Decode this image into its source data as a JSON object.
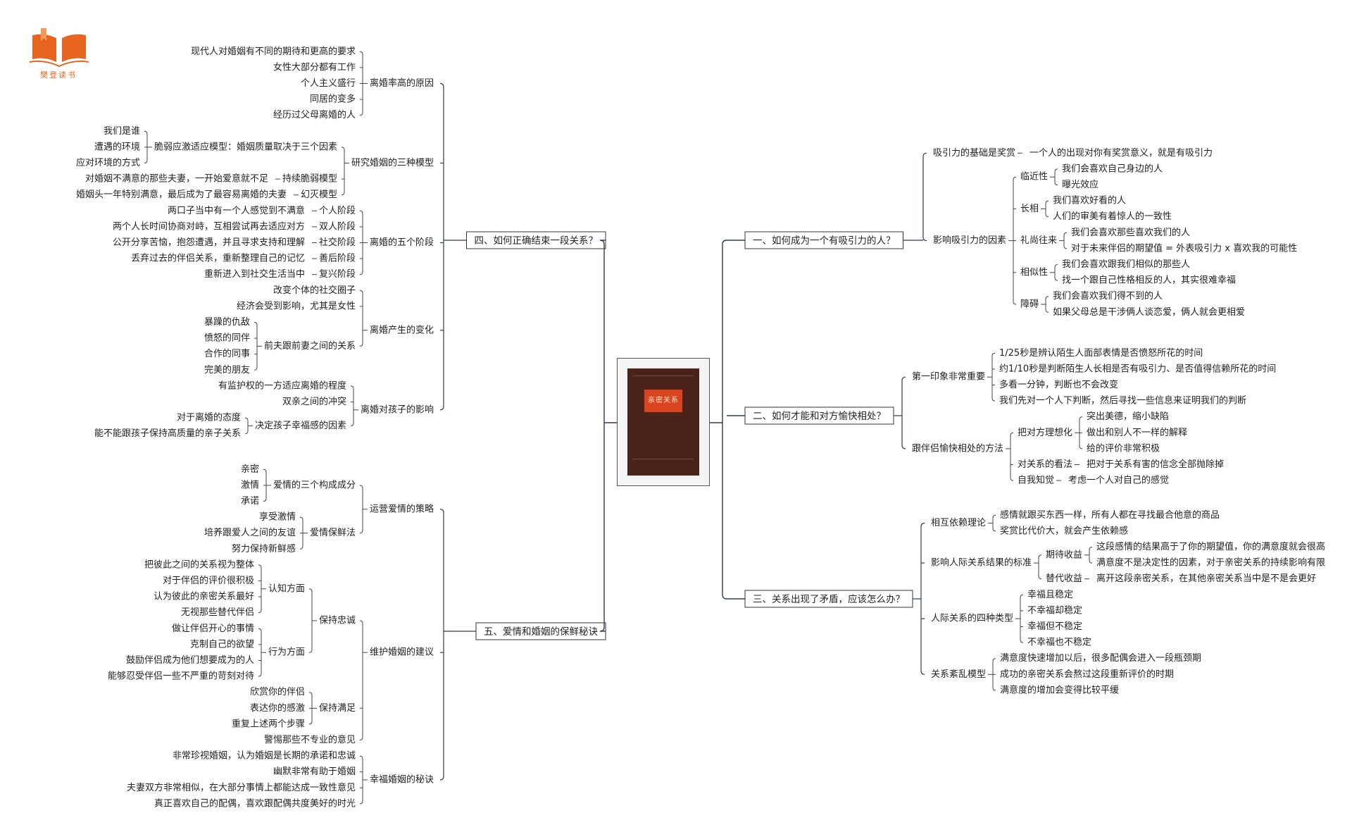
{
  "brand": {
    "name": "樊登读书",
    "accent": "#e8651f"
  },
  "book": {
    "title": "亲密关系",
    "cover_color": "#4a2218",
    "title_box_color": "#d9431e"
  },
  "colors": {
    "branch_line": "#2d3d52",
    "child_line": "#444444",
    "box_border": "#333333"
  },
  "branches": [
    {
      "label": "四、如何正确结束一段关系？",
      "children": [
        {
          "label": "离婚率高的原因",
          "children": [
            {
              "label": "现代人对婚姻有不同的期待和更高的要求"
            },
            {
              "label": "女性大部分都有工作"
            },
            {
              "label": "个人主义盛行"
            },
            {
              "label": "同居的变多"
            },
            {
              "label": "经历过父母离婚的人"
            }
          ]
        },
        {
          "label": "研究婚姻的三种模型",
          "children": [
            {
              "label": "脆弱应激适应模型：婚姻质量取决于三个因素",
              "children": [
                {
                  "label": "我们是谁"
                },
                {
                  "label": "遭遇的环境"
                },
                {
                  "label": "应对环境的方式"
                }
              ]
            },
            {
              "label": "持续脆弱模型",
              "children": [
                {
                  "label": "对婚姻不满意的那些夫妻，一开始爱意就不足"
                }
              ]
            },
            {
              "label": "幻灭模型",
              "children": [
                {
                  "label": "婚姻头一年特别满意，最后成为了最容易离婚的夫妻"
                }
              ]
            }
          ]
        },
        {
          "label": "离婚的五个阶段",
          "children": [
            {
              "label": "个人阶段",
              "children": [
                {
                  "label": "两口子当中有一个人感觉到不满意"
                }
              ]
            },
            {
              "label": "双人阶段",
              "children": [
                {
                  "label": "两个人长时间协商对峙，互相尝试再去适应对方"
                }
              ]
            },
            {
              "label": "社交阶段",
              "children": [
                {
                  "label": "公开分享苦恼，抱怨遭遇，并且寻求支持和理解"
                }
              ]
            },
            {
              "label": "善后阶段",
              "children": [
                {
                  "label": "丢弃过去的伴侣关系，重新整理自己的记忆"
                }
              ]
            },
            {
              "label": "复兴阶段",
              "children": [
                {
                  "label": "重新进入到社交生活当中"
                }
              ]
            }
          ]
        },
        {
          "label": "离婚产生的变化",
          "children": [
            {
              "label": "改变个体的社交圈子"
            },
            {
              "label": "经济会受到影响，尤其是女性"
            },
            {
              "label": "前夫跟前妻之间的关系",
              "children": [
                {
                  "label": "暴躁的仇敌"
                },
                {
                  "label": "愤怒的同伴"
                },
                {
                  "label": "合作的同事"
                },
                {
                  "label": "完美的朋友"
                }
              ]
            }
          ]
        },
        {
          "label": "离婚对孩子的影响",
          "children": [
            {
              "label": "有监护权的一方适应离婚的程度"
            },
            {
              "label": "双亲之间的冲突"
            },
            {
              "label": "决定孩子幸福感的因素",
              "children": [
                {
                  "label": "对于离婚的态度"
                },
                {
                  "label": "能不能跟孩子保持高质量的亲子关系"
                }
              ]
            }
          ]
        }
      ]
    },
    {
      "label": "五、爱情和婚姻的保鲜秘诀",
      "children": [
        {
          "label": "运营爱情的策略",
          "children": [
            {
              "label": "爱情的三个构成成分",
              "children": [
                {
                  "label": "亲密"
                },
                {
                  "label": "激情"
                },
                {
                  "label": "承诺"
                }
              ]
            },
            {
              "label": "爱情保鲜法",
              "children": [
                {
                  "label": "享受激情"
                },
                {
                  "label": "培养跟爱人之间的友谊"
                },
                {
                  "label": "努力保持新鲜感"
                }
              ]
            }
          ]
        },
        {
          "label": "维护婚姻的建议",
          "children": [
            {
              "label": "保持忠诚",
              "children": [
                {
                  "label": "认知方面",
                  "children": [
                    {
                      "label": "把彼此之间的关系视为整体"
                    },
                    {
                      "label": "对于伴侣的评价很积极"
                    },
                    {
                      "label": "认为彼此的亲密关系最好"
                    },
                    {
                      "label": "无视那些替代伴侣"
                    }
                  ]
                },
                {
                  "label": "行为方面",
                  "children": [
                    {
                      "label": "做让伴侣开心的事情"
                    },
                    {
                      "label": "克制自己的欲望"
                    },
                    {
                      "label": "鼓励伴侣成为他们想要成为的人"
                    },
                    {
                      "label": "能够忍受伴侣一些不严重的苛刻对待"
                    }
                  ]
                }
              ]
            },
            {
              "label": "保持满足",
              "children": [
                {
                  "label": "欣赏你的伴侣"
                },
                {
                  "label": "表达你的感激"
                },
                {
                  "label": "重复上述两个步骤"
                }
              ]
            },
            {
              "label": "警惕那些不专业的意见"
            }
          ]
        },
        {
          "label": "幸福婚姻的秘诀",
          "children": [
            {
              "label": "非常珍视婚姻，认为婚姻是长期的承诺和忠诚"
            },
            {
              "label": "幽默非常有助于婚姻"
            },
            {
              "label": "夫妻双方非常相似，在大部分事情上都能达成一致性意见"
            },
            {
              "label": "真正喜欢自己的配偶，喜欢跟配偶共度美好的时光"
            }
          ]
        }
      ]
    },
    {
      "label": "一、如何成为一个有吸引力的人？",
      "children": [
        {
          "label": "吸引力的基础是奖赏",
          "children": [
            {
              "label": "一个人的出现对你有奖赏意义，就是有吸引力"
            }
          ]
        },
        {
          "label": "影响吸引力的因素",
          "children": [
            {
              "label": "临近性",
              "children": [
                {
                  "label": "我们会喜欢自己身边的人"
                },
                {
                  "label": "曝光效应"
                }
              ]
            },
            {
              "label": "长相",
              "children": [
                {
                  "label": "我们喜欢好看的人"
                },
                {
                  "label": "人们的审美有着惊人的一致性"
                }
              ]
            },
            {
              "label": "礼尚往来",
              "children": [
                {
                  "label": "我们会喜欢那些喜欢我们的人"
                },
                {
                  "label": "对于未来伴侣的期望值 = 外表吸引力 x 喜欢我的可能性"
                }
              ]
            },
            {
              "label": "相似性",
              "children": [
                {
                  "label": "我们会喜欢跟我们相似的那些人"
                },
                {
                  "label": "找一个跟自己性格相反的人，其实很难幸福"
                }
              ]
            },
            {
              "label": "障碍",
              "children": [
                {
                  "label": "我们会喜欢我们得不到的人"
                },
                {
                  "label": "如果父母总是干涉俩人谈恋爱，俩人就会更相爱"
                }
              ]
            }
          ]
        }
      ]
    },
    {
      "label": "二、如何才能和对方愉快相处？",
      "children": [
        {
          "label": "第一印象非常重要",
          "children": [
            {
              "label": "1/25秒是辨认陌生人面部表情是否愤怒所花的时间"
            },
            {
              "label": "约1/10秒是判断陌生人长相是否有吸引力、是否值得信赖所花的时间"
            },
            {
              "label": "多看一分钟，判断也不会改变"
            },
            {
              "label": "我们先对一个人下判断，然后寻找一些信息来证明我们的判断"
            }
          ]
        },
        {
          "label": "跟伴侣愉快相处的方法",
          "children": [
            {
              "label": "把对方理想化",
              "children": [
                {
                  "label": "突出美德，缩小缺陷"
                },
                {
                  "label": "做出和别人不一样的解释"
                },
                {
                  "label": "给的评价非常积极"
                }
              ]
            },
            {
              "label": "对关系的看法",
              "children": [
                {
                  "label": "把对于关系有害的信念全部抛除掉"
                }
              ]
            },
            {
              "label": "自我知觉",
              "children": [
                {
                  "label": "考虑一个人对自己的感觉"
                }
              ]
            }
          ]
        }
      ]
    },
    {
      "label": "三、关系出现了矛盾，应该怎么办？",
      "children": [
        {
          "label": "相互依赖理论",
          "children": [
            {
              "label": "感情就跟买东西一样，所有人都在寻找最合他意的商品"
            },
            {
              "label": "奖赏比代价大，就会产生依赖感"
            }
          ]
        },
        {
          "label": "影响人际关系结果的标准",
          "children": [
            {
              "label": "期待收益",
              "children": [
                {
                  "label": "这段感情的结果高于了你的期望值，你的满意度就会很高"
                },
                {
                  "label": "满意度不是决定性的因素，对于亲密关系的持续影响有限"
                }
              ]
            },
            {
              "label": "替代收益",
              "children": [
                {
                  "label": "离开这段亲密关系，在其他亲密关系当中是不是会更好"
                }
              ]
            }
          ]
        },
        {
          "label": "人际关系的四种类型",
          "children": [
            {
              "label": "幸福且稳定"
            },
            {
              "label": "不幸福却稳定"
            },
            {
              "label": "幸福但不稳定"
            },
            {
              "label": "不幸福也不稳定"
            }
          ]
        },
        {
          "label": "关系紊乱模型",
          "children": [
            {
              "label": "满意度快速增加以后，很多配偶会进入一段瓶颈期"
            },
            {
              "label": "成功的亲密关系会熬过这段重新评价的时期"
            },
            {
              "label": "满意度的增加会变得比较平缓"
            }
          ]
        }
      ]
    }
  ]
}
